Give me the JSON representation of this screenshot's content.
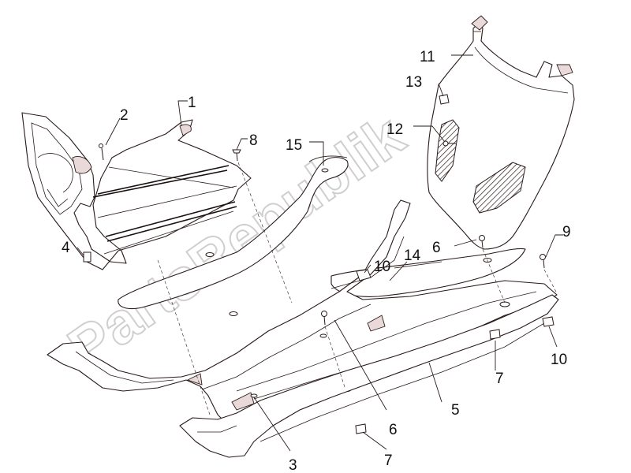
{
  "watermark": {
    "text": "PartsRepublik",
    "icon": "gear-icon"
  },
  "callouts": [
    {
      "id": "c1",
      "label": "1"
    },
    {
      "id": "c2",
      "label": "2"
    },
    {
      "id": "c3",
      "label": "3"
    },
    {
      "id": "c4",
      "label": "4"
    },
    {
      "id": "c5",
      "label": "5"
    },
    {
      "id": "c6a",
      "label": "6"
    },
    {
      "id": "c6b",
      "label": "6"
    },
    {
      "id": "c7a",
      "label": "7"
    },
    {
      "id": "c7b",
      "label": "7"
    },
    {
      "id": "c8",
      "label": "8"
    },
    {
      "id": "c9",
      "label": "9"
    },
    {
      "id": "c10a",
      "label": "10"
    },
    {
      "id": "c10b",
      "label": "10"
    },
    {
      "id": "c11",
      "label": "11"
    },
    {
      "id": "c12",
      "label": "12"
    },
    {
      "id": "c13",
      "label": "13"
    },
    {
      "id": "c14",
      "label": "14"
    },
    {
      "id": "c15",
      "label": "15"
    }
  ]
}
